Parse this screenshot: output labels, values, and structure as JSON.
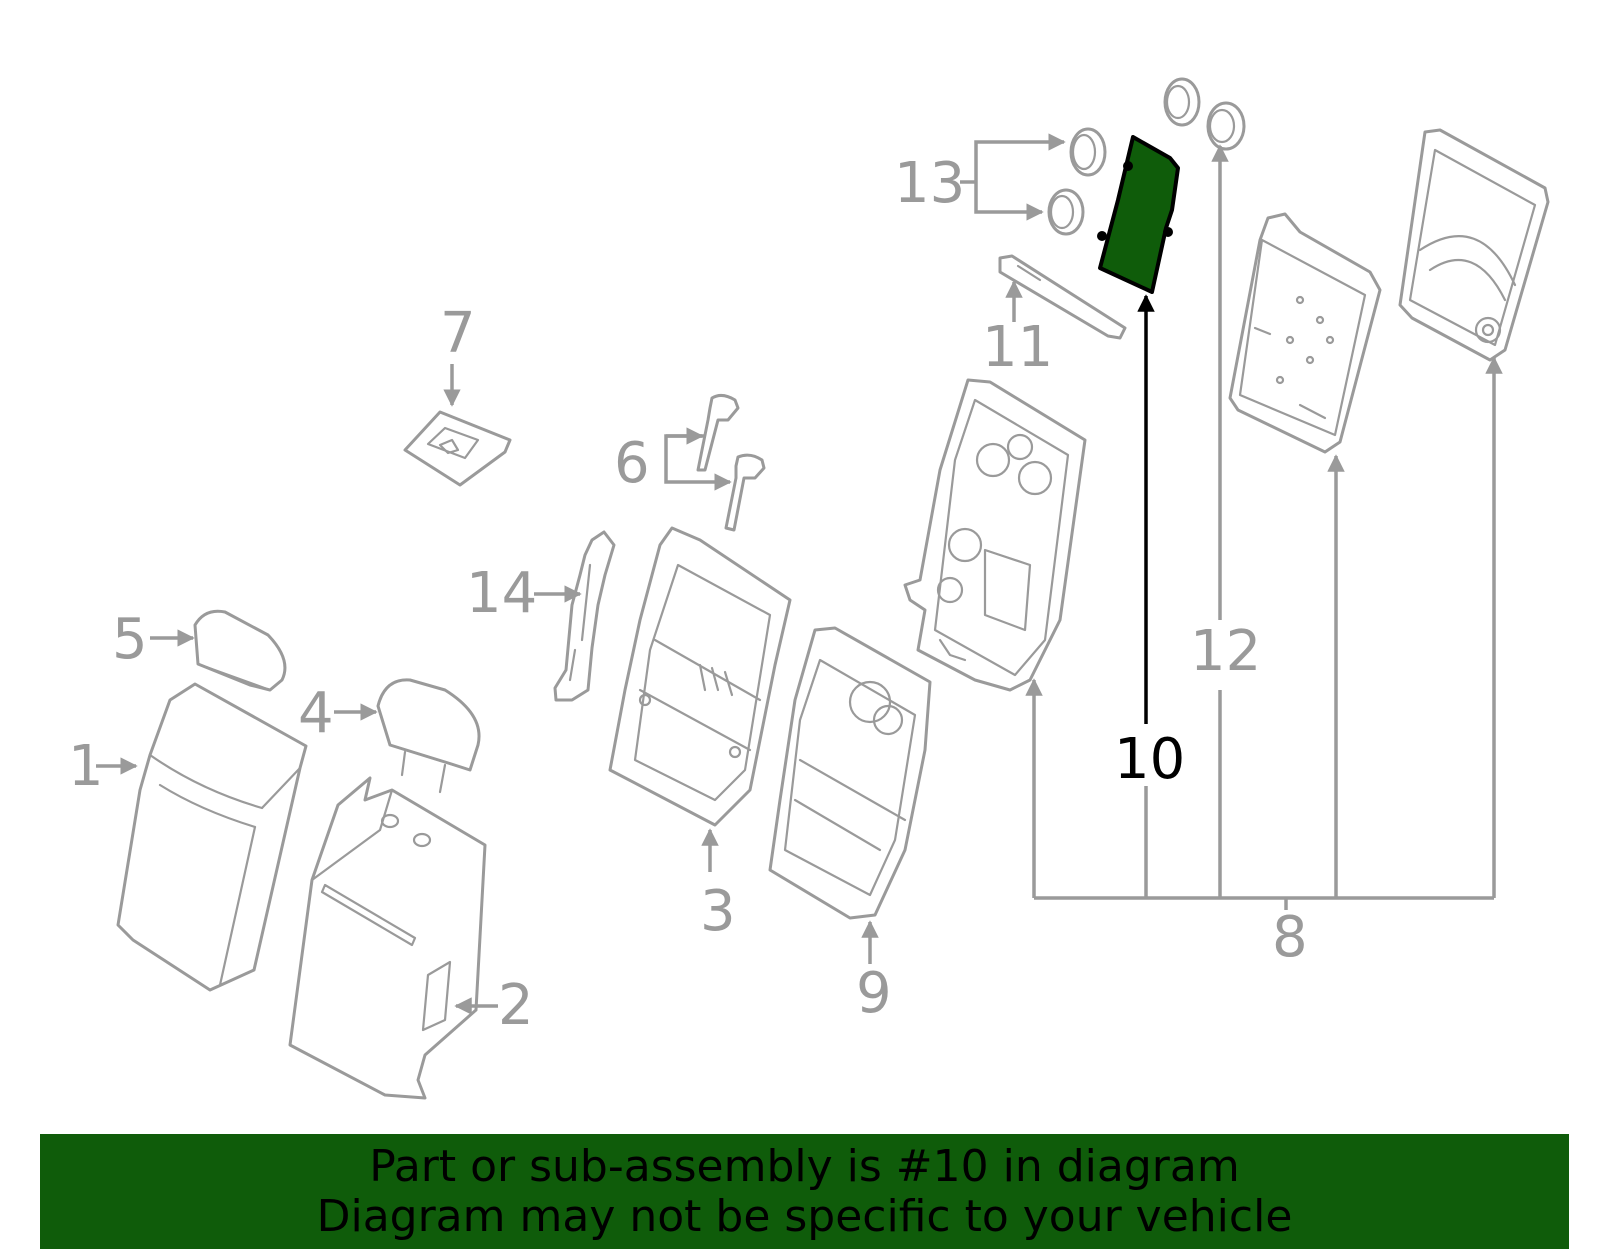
{
  "colors": {
    "highlight": "#0f5c0a",
    "line_gray": "#9a9a9a",
    "banner_text": "#000000"
  },
  "callouts": {
    "c1": "1",
    "c2": "2",
    "c3": "3",
    "c4": "4",
    "c5": "5",
    "c6": "6",
    "c7": "7",
    "c8": "8",
    "c9": "9",
    "c10": "10",
    "c11": "11",
    "c12": "12",
    "c13": "13",
    "c14": "14"
  },
  "highlighted_part": "10",
  "banner": {
    "line1": "Part or sub-assembly is #10 in diagram",
    "line2": "Diagram may not be specific to your vehicle"
  }
}
